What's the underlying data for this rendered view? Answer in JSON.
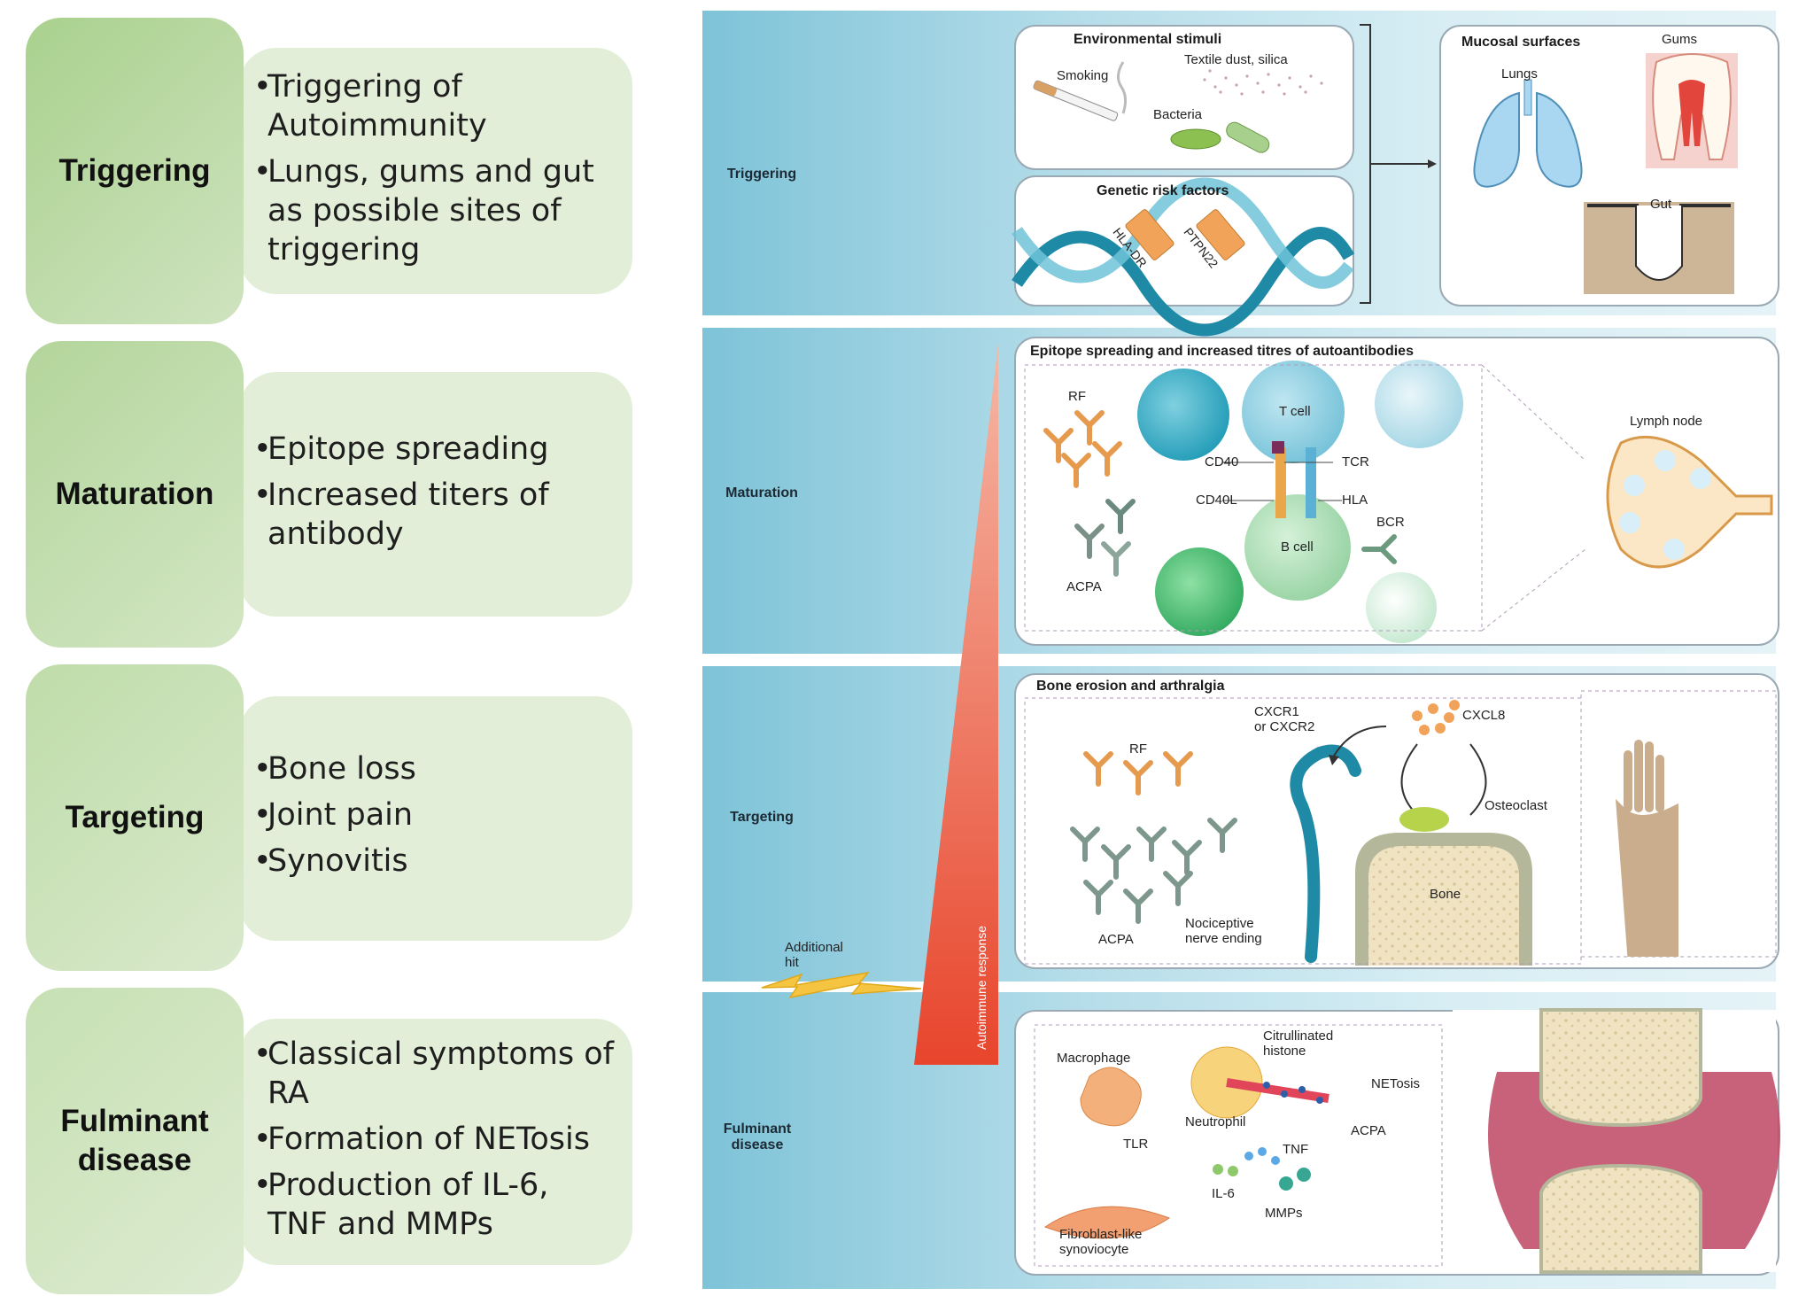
{
  "stages": [
    {
      "name": "Triggering",
      "bullets": [
        "Triggering of Autoimmunity",
        "Lungs, gums and gut as possible sites of triggering"
      ]
    },
    {
      "name": "Maturation",
      "bullets": [
        "Epitope spreading",
        "Increased titers of antibody"
      ]
    },
    {
      "name": "Targeting",
      "bullets": [
        "Bone loss",
        "Joint pain",
        "Synovitis"
      ]
    },
    {
      "name": "Fulminant disease",
      "bullets": [
        "Classical symptoms of RA",
        "Formation of NETosis",
        "Production of IL-6, TNF and MMPs"
      ]
    }
  ],
  "panel": {
    "band_labels": [
      "Triggering",
      "Maturation",
      "Targeting",
      "Fulminant disease"
    ],
    "triggering": {
      "env_title": "Environmental stimuli",
      "smoking": "Smoking",
      "textile": "Textile dust, silica",
      "bacteria": "Bacteria",
      "genetic_title": "Genetic risk factors",
      "gene1": "HLA-DR",
      "gene2": "PTPN22",
      "mucosal_title": "Mucosal surfaces",
      "lungs": "Lungs",
      "gums": "Gums",
      "gut": "Gut"
    },
    "maturation": {
      "title": "Epitope spreading and increased titres of autoantibodies",
      "rf": "RF",
      "tcell": "T cell",
      "bcell": "B cell",
      "cd40": "CD40",
      "cd40l": "CD40L",
      "tcr": "TCR",
      "hla": "HLA",
      "bcr": "BCR",
      "acpa": "ACPA",
      "lymph": "Lymph node"
    },
    "targeting": {
      "title": "Bone erosion and arthralgia",
      "rf": "RF",
      "cxcr_1": "CXCR1",
      "cxcr_2": "or CXCR2",
      "cxcl8": "CXCL8",
      "osteoclast": "Osteoclast",
      "bone": "Bone",
      "acpa": "ACPA",
      "nerve_1": "Nociceptive",
      "nerve_2": "nerve ending"
    },
    "fulminant": {
      "macrophage": "Macrophage",
      "histone_1": "Citrullinated",
      "histone_2": "histone",
      "netosis": "NETosis",
      "neutrophil": "Neutrophil",
      "acpa": "ACPA",
      "tlr": "TLR",
      "tnf": "TNF",
      "il6": "IL-6",
      "mmps": "MMPs",
      "fibro_1": "Fibroblast-like",
      "fibro_2": "synoviocyte"
    },
    "additional_hit_1": "Additional",
    "additional_hit_2": "hit",
    "autoimmune_response": "Autoimmune response"
  },
  "colors": {
    "tab_green": "#a9d18e",
    "detail_green": "#e2eed7",
    "band_blue": "#7ec3d8",
    "wedge_red": "#e8452c"
  }
}
